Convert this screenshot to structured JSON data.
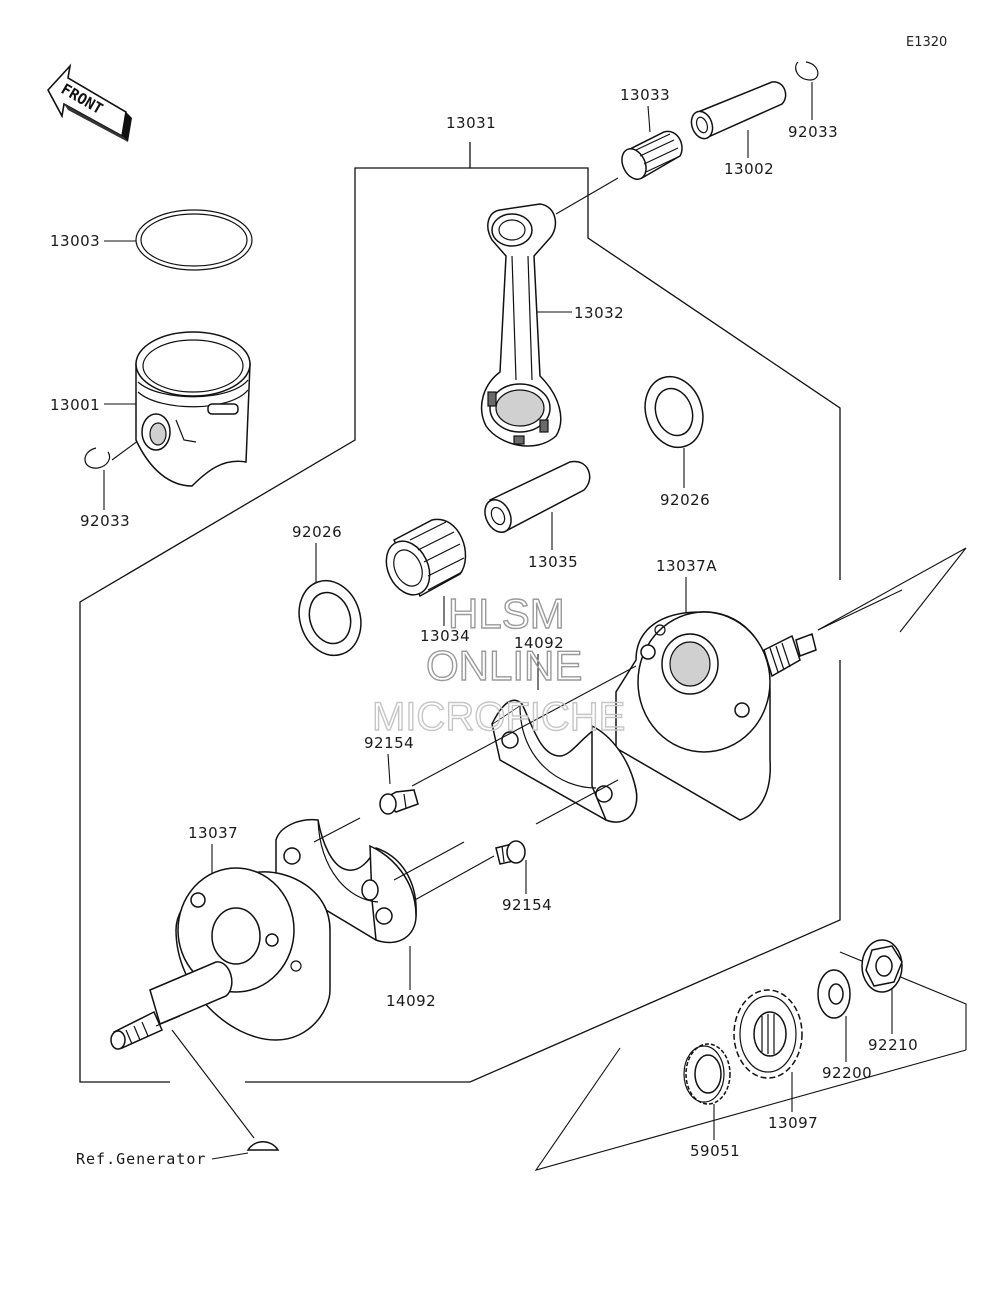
{
  "diagram_code": "E1320",
  "front_label": "FRONT",
  "reference_label": "Ref.Generator",
  "watermark": {
    "line1": "HLSM",
    "line2": "ONLINE",
    "line3": "MICROFICHE"
  },
  "parts": {
    "p13031": "13031",
    "p13033": "13033",
    "p92033_top": "92033",
    "p13002": "13002",
    "p13003": "13003",
    "p13032": "13032",
    "p13001": "13001",
    "p92033_left": "92033",
    "p92026_right": "92026",
    "p92026_left": "92026",
    "p13035": "13035",
    "p13037A": "13037A",
    "p13034": "13034",
    "p14092_top": "14092",
    "p92154_upper": "92154",
    "p13037": "13037",
    "p92154_lower": "92154",
    "p14092_bottom": "14092",
    "p92210": "92210",
    "p92200": "92200",
    "p13097": "13097",
    "p59051": "59051"
  }
}
